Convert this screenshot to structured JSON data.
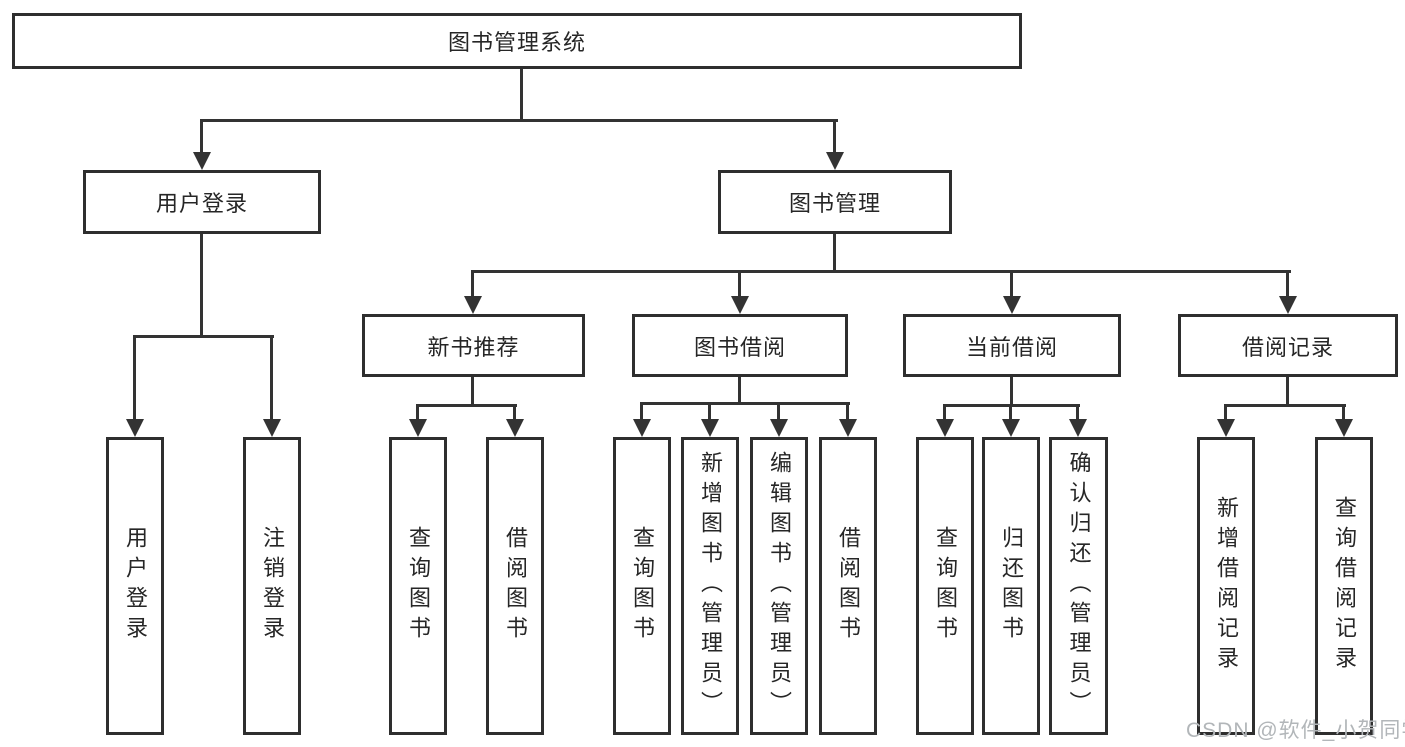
{
  "diagram": {
    "root": {
      "label": "图书管理系统"
    },
    "branches": [
      {
        "label": "用户登录",
        "children": [
          {
            "label": "用户登录"
          },
          {
            "label": "注销登录"
          }
        ]
      },
      {
        "label": "图书管理",
        "children": [
          {
            "label": "新书推荐",
            "children": [
              {
                "label": "查询图书"
              },
              {
                "label": "借阅图书"
              }
            ]
          },
          {
            "label": "图书借阅",
            "children": [
              {
                "label": "查询图书"
              },
              {
                "label": "新增图书（管理员）"
              },
              {
                "label": "编辑图书（管理员）"
              },
              {
                "label": "借阅图书"
              }
            ]
          },
          {
            "label": "当前借阅",
            "children": [
              {
                "label": "查询图书"
              },
              {
                "label": "归还图书"
              },
              {
                "label": "确认归还（管理员）"
              }
            ]
          },
          {
            "label": "借阅记录",
            "children": [
              {
                "label": "新增借阅记录"
              },
              {
                "label": "查询借阅记录"
              }
            ]
          }
        ]
      }
    ]
  },
  "watermark": {
    "text": "CSDN @软件_小贺同学"
  },
  "colors": {
    "line": "#333333",
    "box_border": "#2e2e2e",
    "text": "#262626",
    "watermark": "#b2b6b9",
    "background": "#ffffff"
  }
}
